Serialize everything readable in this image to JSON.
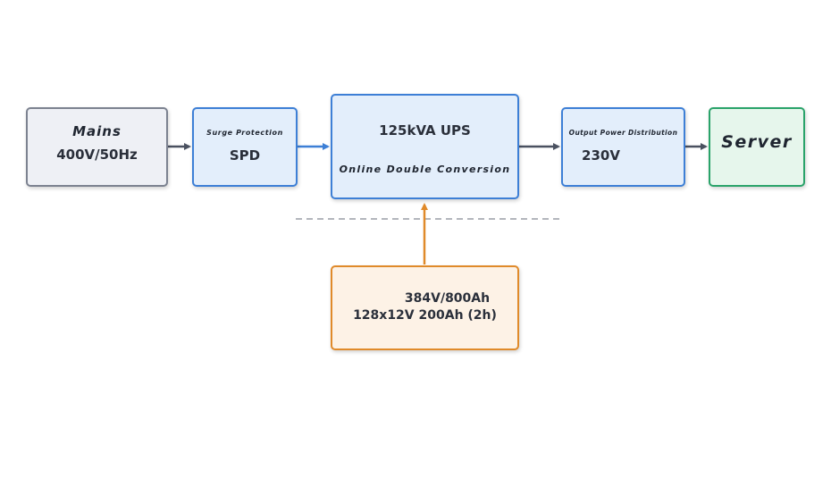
{
  "blocks": {
    "mains": {
      "title": "Mains",
      "value": "400V/50Hz"
    },
    "spd": {
      "title": "Surge Protection",
      "value": "SPD"
    },
    "ups": {
      "title": "125kVA UPS",
      "subtitle": "Online Double Conversion"
    },
    "output": {
      "title": "Output Power Distribution",
      "value": "230V"
    },
    "server": {
      "title": "Server"
    },
    "battery": {
      "line1": "384V/800Ah",
      "line2": "128x12V 200Ah (2h)"
    }
  },
  "colors": {
    "gray": "#7c8290",
    "blue": "#3d7fd6",
    "green": "#2aa36a",
    "orange": "#e08a2a",
    "arrow_dark": "#4a5160",
    "dashed": "#9a9ea6"
  }
}
